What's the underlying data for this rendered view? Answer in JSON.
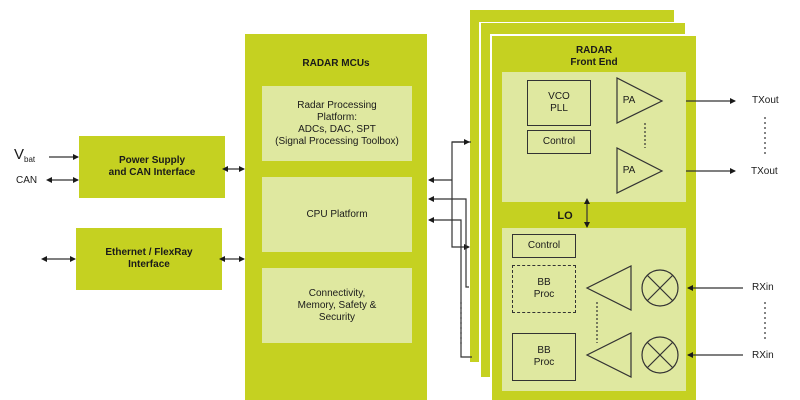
{
  "left_signals": {
    "vbat_main": "V",
    "vbat_sub": "bat",
    "can": "CAN"
  },
  "power_block": {
    "title": "Power Supply\nand CAN Interface"
  },
  "ethernet_block": {
    "title": "Ethernet / FlexRay\nInterface"
  },
  "mcu_block": {
    "title": "RADAR MCUs",
    "sections": [
      {
        "label": "Radar Processing\nPlatform:\nADCs, DAC, SPT\n(Signal Processing Toolbox)"
      },
      {
        "label": "CPU Platform"
      },
      {
        "label": "Connectivity,\nMemory, Safety &\nSecurity"
      }
    ]
  },
  "frontend_block": {
    "title": "RADAR\nFront End",
    "tx": {
      "vco_pll": "VCO\nPLL",
      "control": "Control",
      "pa_top": "PA",
      "pa_bottom": "PA"
    },
    "lo_label": "LO",
    "rx": {
      "control": "Control",
      "bb_proc_top": "BB\nProc",
      "bb_proc_bottom": "BB\nProc"
    }
  },
  "outputs": {
    "tx_top": "TXout",
    "tx_bottom": "TXout",
    "rx_top": "RXin",
    "rx_bottom": "RXin"
  },
  "colors": {
    "block_dark": "#c5d121",
    "block_light": "#dfe8a0",
    "line": "#333333"
  }
}
